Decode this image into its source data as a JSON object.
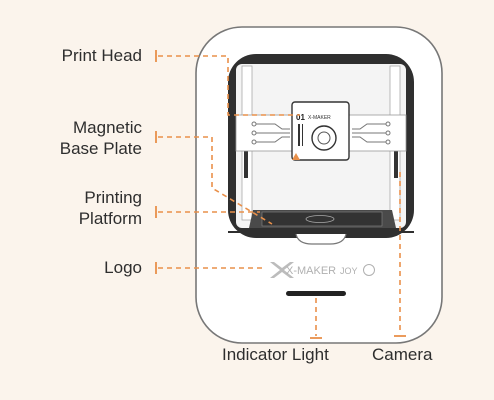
{
  "labels": {
    "print_head": "Print Head",
    "magnetic_base_plate": [
      "Magnetic",
      "Base Plate"
    ],
    "printing_platform": [
      "Printing",
      "Platform"
    ],
    "logo": "Logo",
    "indicator_light": "Indicator Light",
    "camera": "Camera"
  },
  "product": {
    "brand": "X-MAKER",
    "model": "JOY",
    "print_head_id": "01",
    "print_head_brand": "X-MAKER"
  },
  "colors": {
    "background": "#fbf4ec",
    "leader": "#e9904a",
    "body_outline": "#777777",
    "label_text": "#2e2e2e"
  }
}
